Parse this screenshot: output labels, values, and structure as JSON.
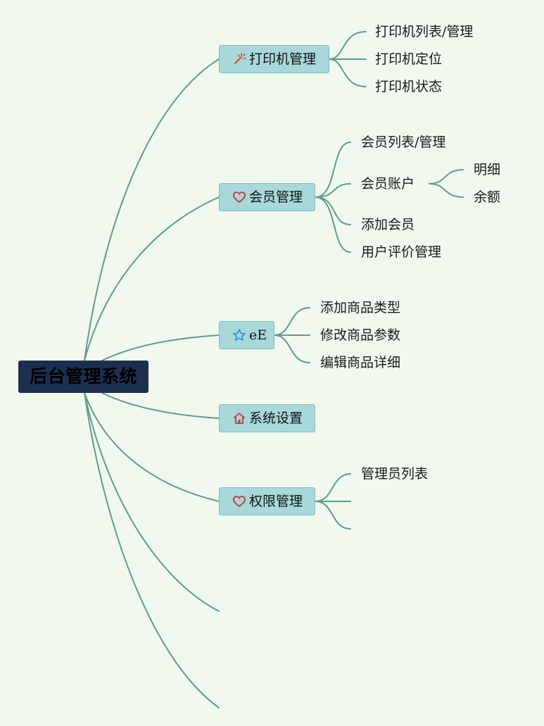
{
  "root": {
    "label": "后台管理系统"
  },
  "branches": {
    "printer": {
      "label": "打印机管理",
      "icon": "magic-wand-icon",
      "children": [
        "打印机列表/管理",
        "打印机定位",
        "打印机状态"
      ]
    },
    "member": {
      "label": "会员管理",
      "icon": "heart-icon",
      "children": {
        "list": "会员列表/管理",
        "account": {
          "label": "会员账户",
          "children": [
            "明细",
            "余额"
          ]
        },
        "add": "添加会员",
        "review": "用户评价管理"
      }
    },
    "goods": {
      "label": "eE",
      "icon": "star-icon",
      "children": [
        "添加商品类型",
        "修改商品参数",
        "编辑商品详细"
      ]
    },
    "system": {
      "label": "系统设置",
      "icon": "home-icon"
    },
    "permission": {
      "label": "权限管理",
      "icon": "heart-icon",
      "children": [
        "管理员列表",
        "",
        ""
      ]
    }
  },
  "colors": {
    "background": "#f1f8ee",
    "root_fill": "#1c2f50",
    "branch_fill": "#a8d8da",
    "branch_border": "#86bcbf",
    "connector": "#5e9c8e",
    "wand_icon": "#d0463a",
    "heart_icon": "#c8323a",
    "star_icon": "#2a8fd8",
    "home_icon": "#c8324a"
  }
}
